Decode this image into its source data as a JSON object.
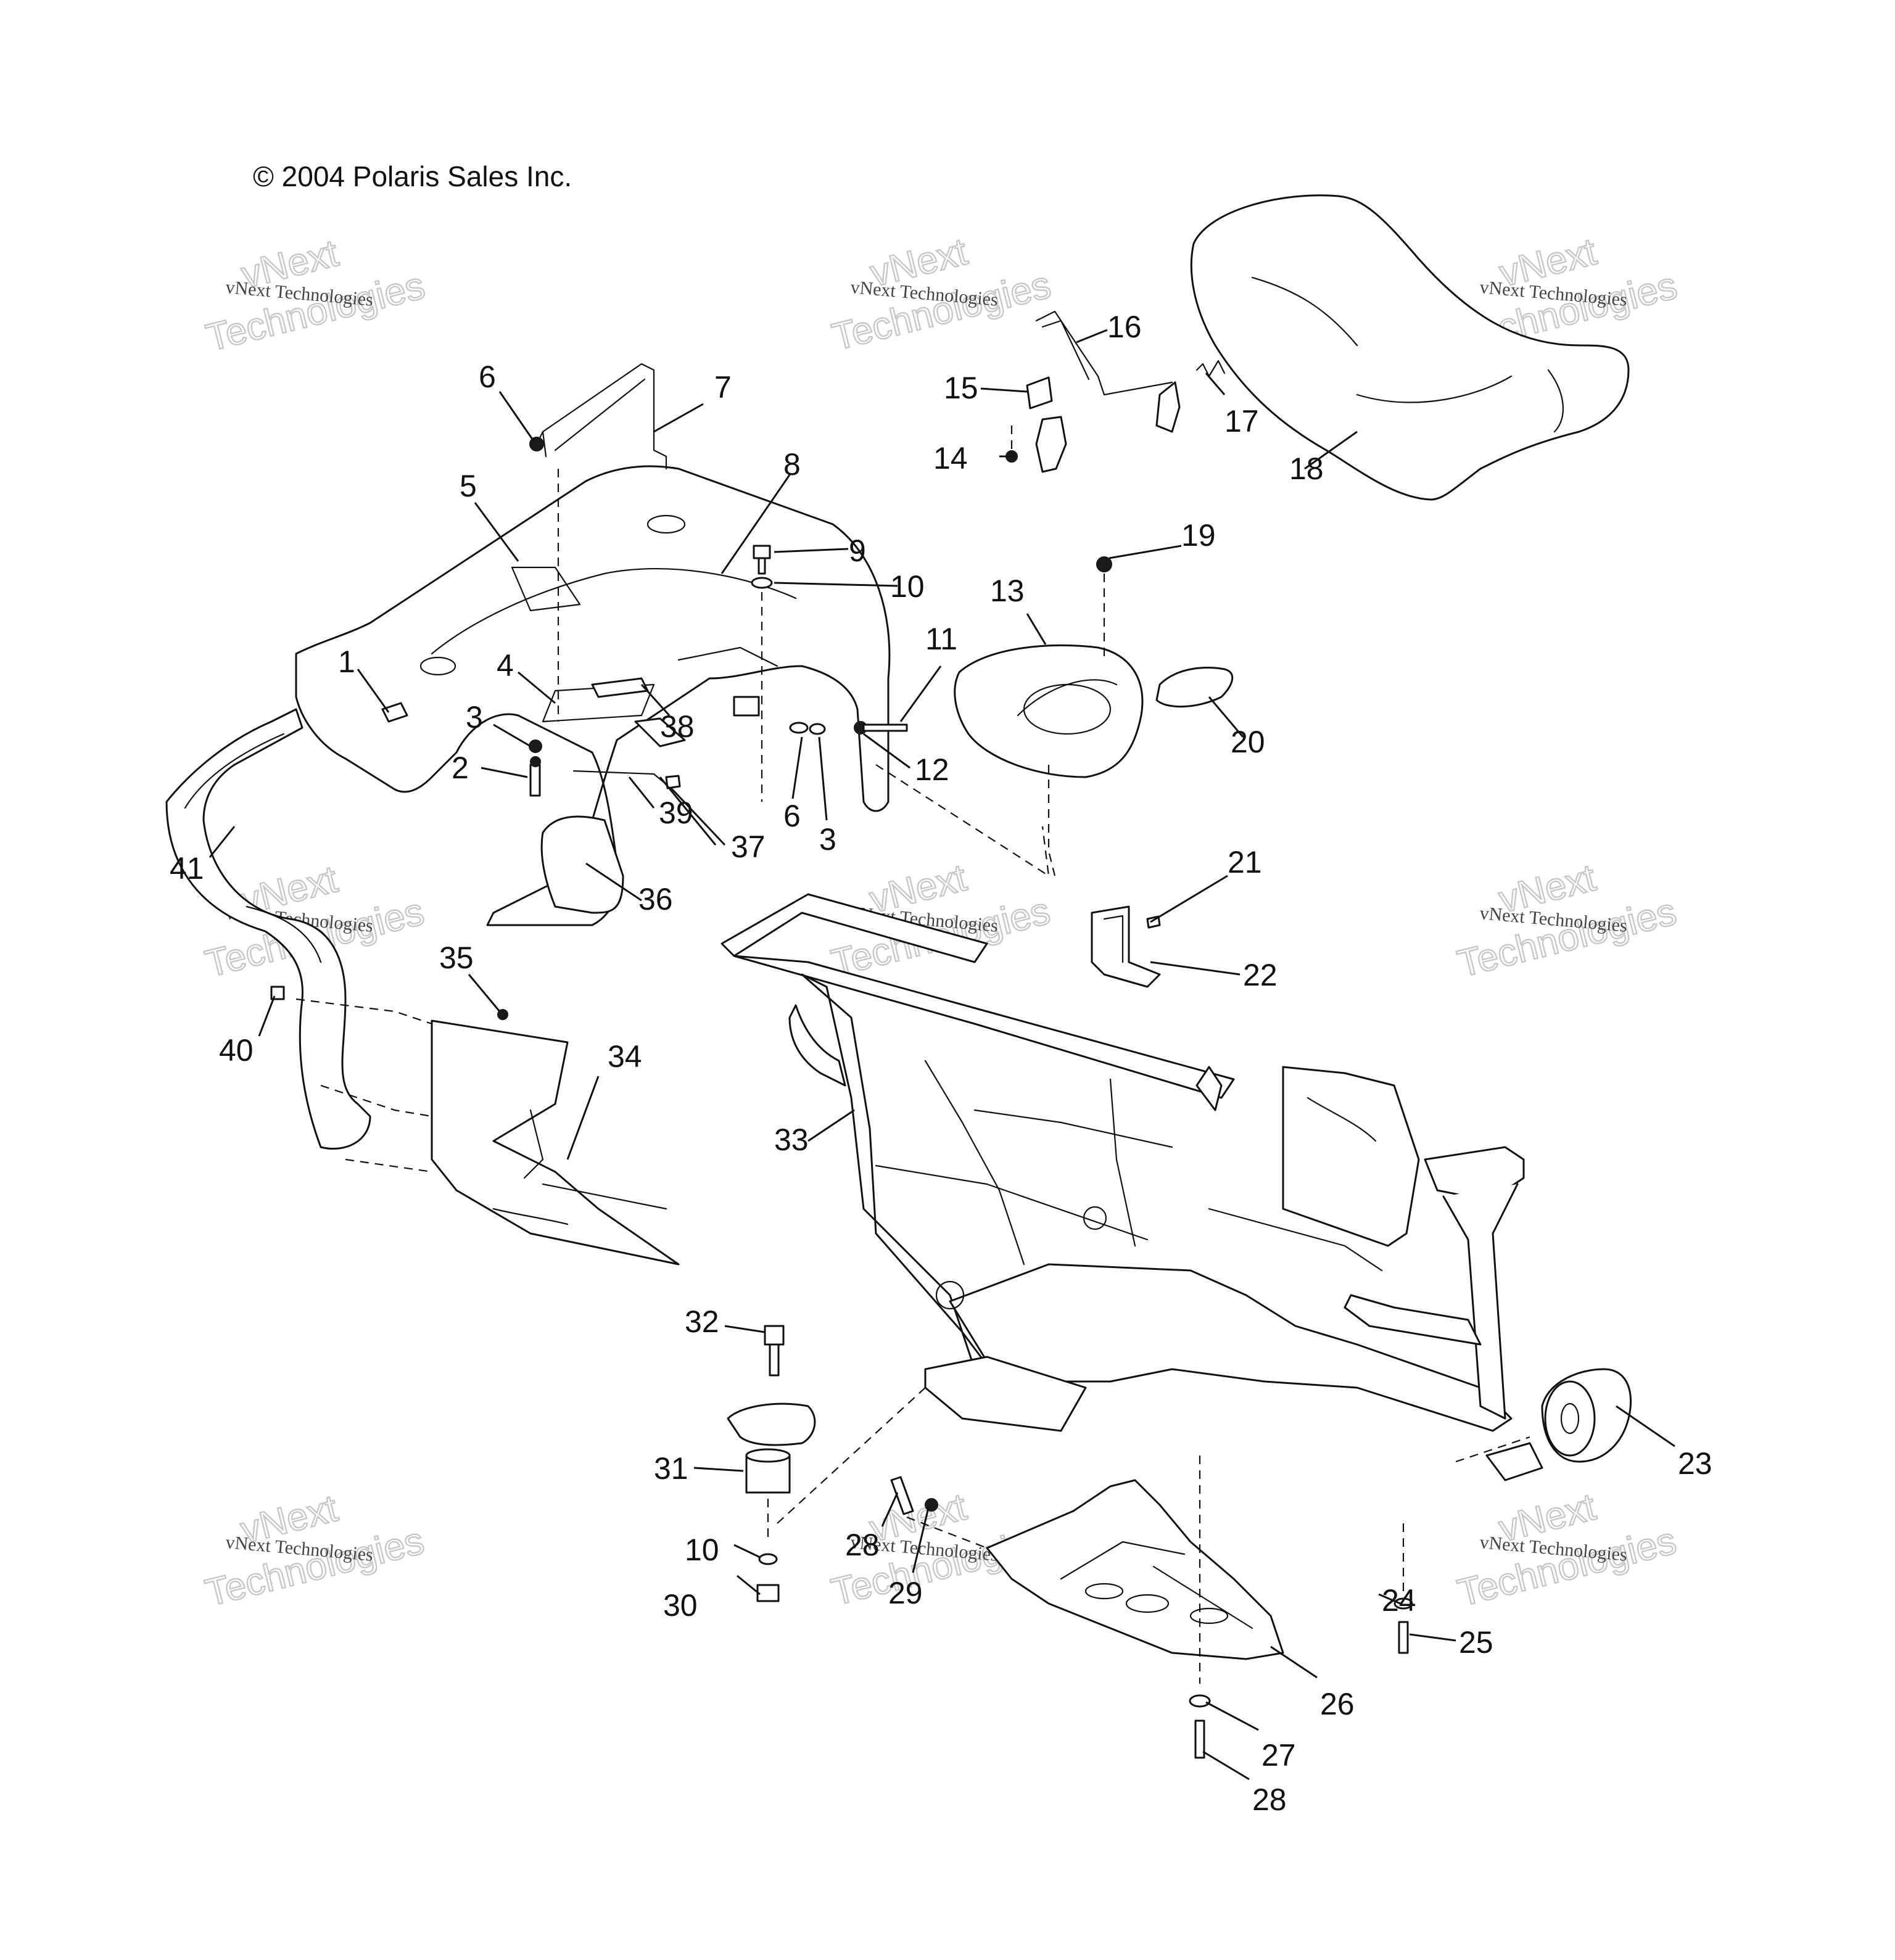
{
  "copyright": "© 2004 Polaris Sales Inc.",
  "watermark": {
    "line1": "vNext",
    "line2": "vNext Technologies",
    "line3": "Technologies"
  },
  "callouts": {
    "c1": "1",
    "c2": "2",
    "c3": "3",
    "c3b": "3",
    "c4": "4",
    "c5": "5",
    "c6": "6",
    "c6b": "6",
    "c7": "7",
    "c8": "8",
    "c9": "9",
    "c10": "10",
    "c10b": "10",
    "c11": "11",
    "c12": "12",
    "c13": "13",
    "c14": "14",
    "c15": "15",
    "c16": "16",
    "c17": "17",
    "c18": "18",
    "c19": "19",
    "c20": "20",
    "c21": "21",
    "c22": "22",
    "c23": "23",
    "c24": "24",
    "c25": "25",
    "c26": "26",
    "c27": "27",
    "c28": "28",
    "c28b": "28",
    "c29": "29",
    "c30": "30",
    "c31": "31",
    "c32": "32",
    "c33": "33",
    "c34": "34",
    "c35": "35",
    "c36": "36",
    "c37": "37",
    "c38": "38",
    "c39": "39",
    "c40": "40",
    "c41": "41"
  }
}
